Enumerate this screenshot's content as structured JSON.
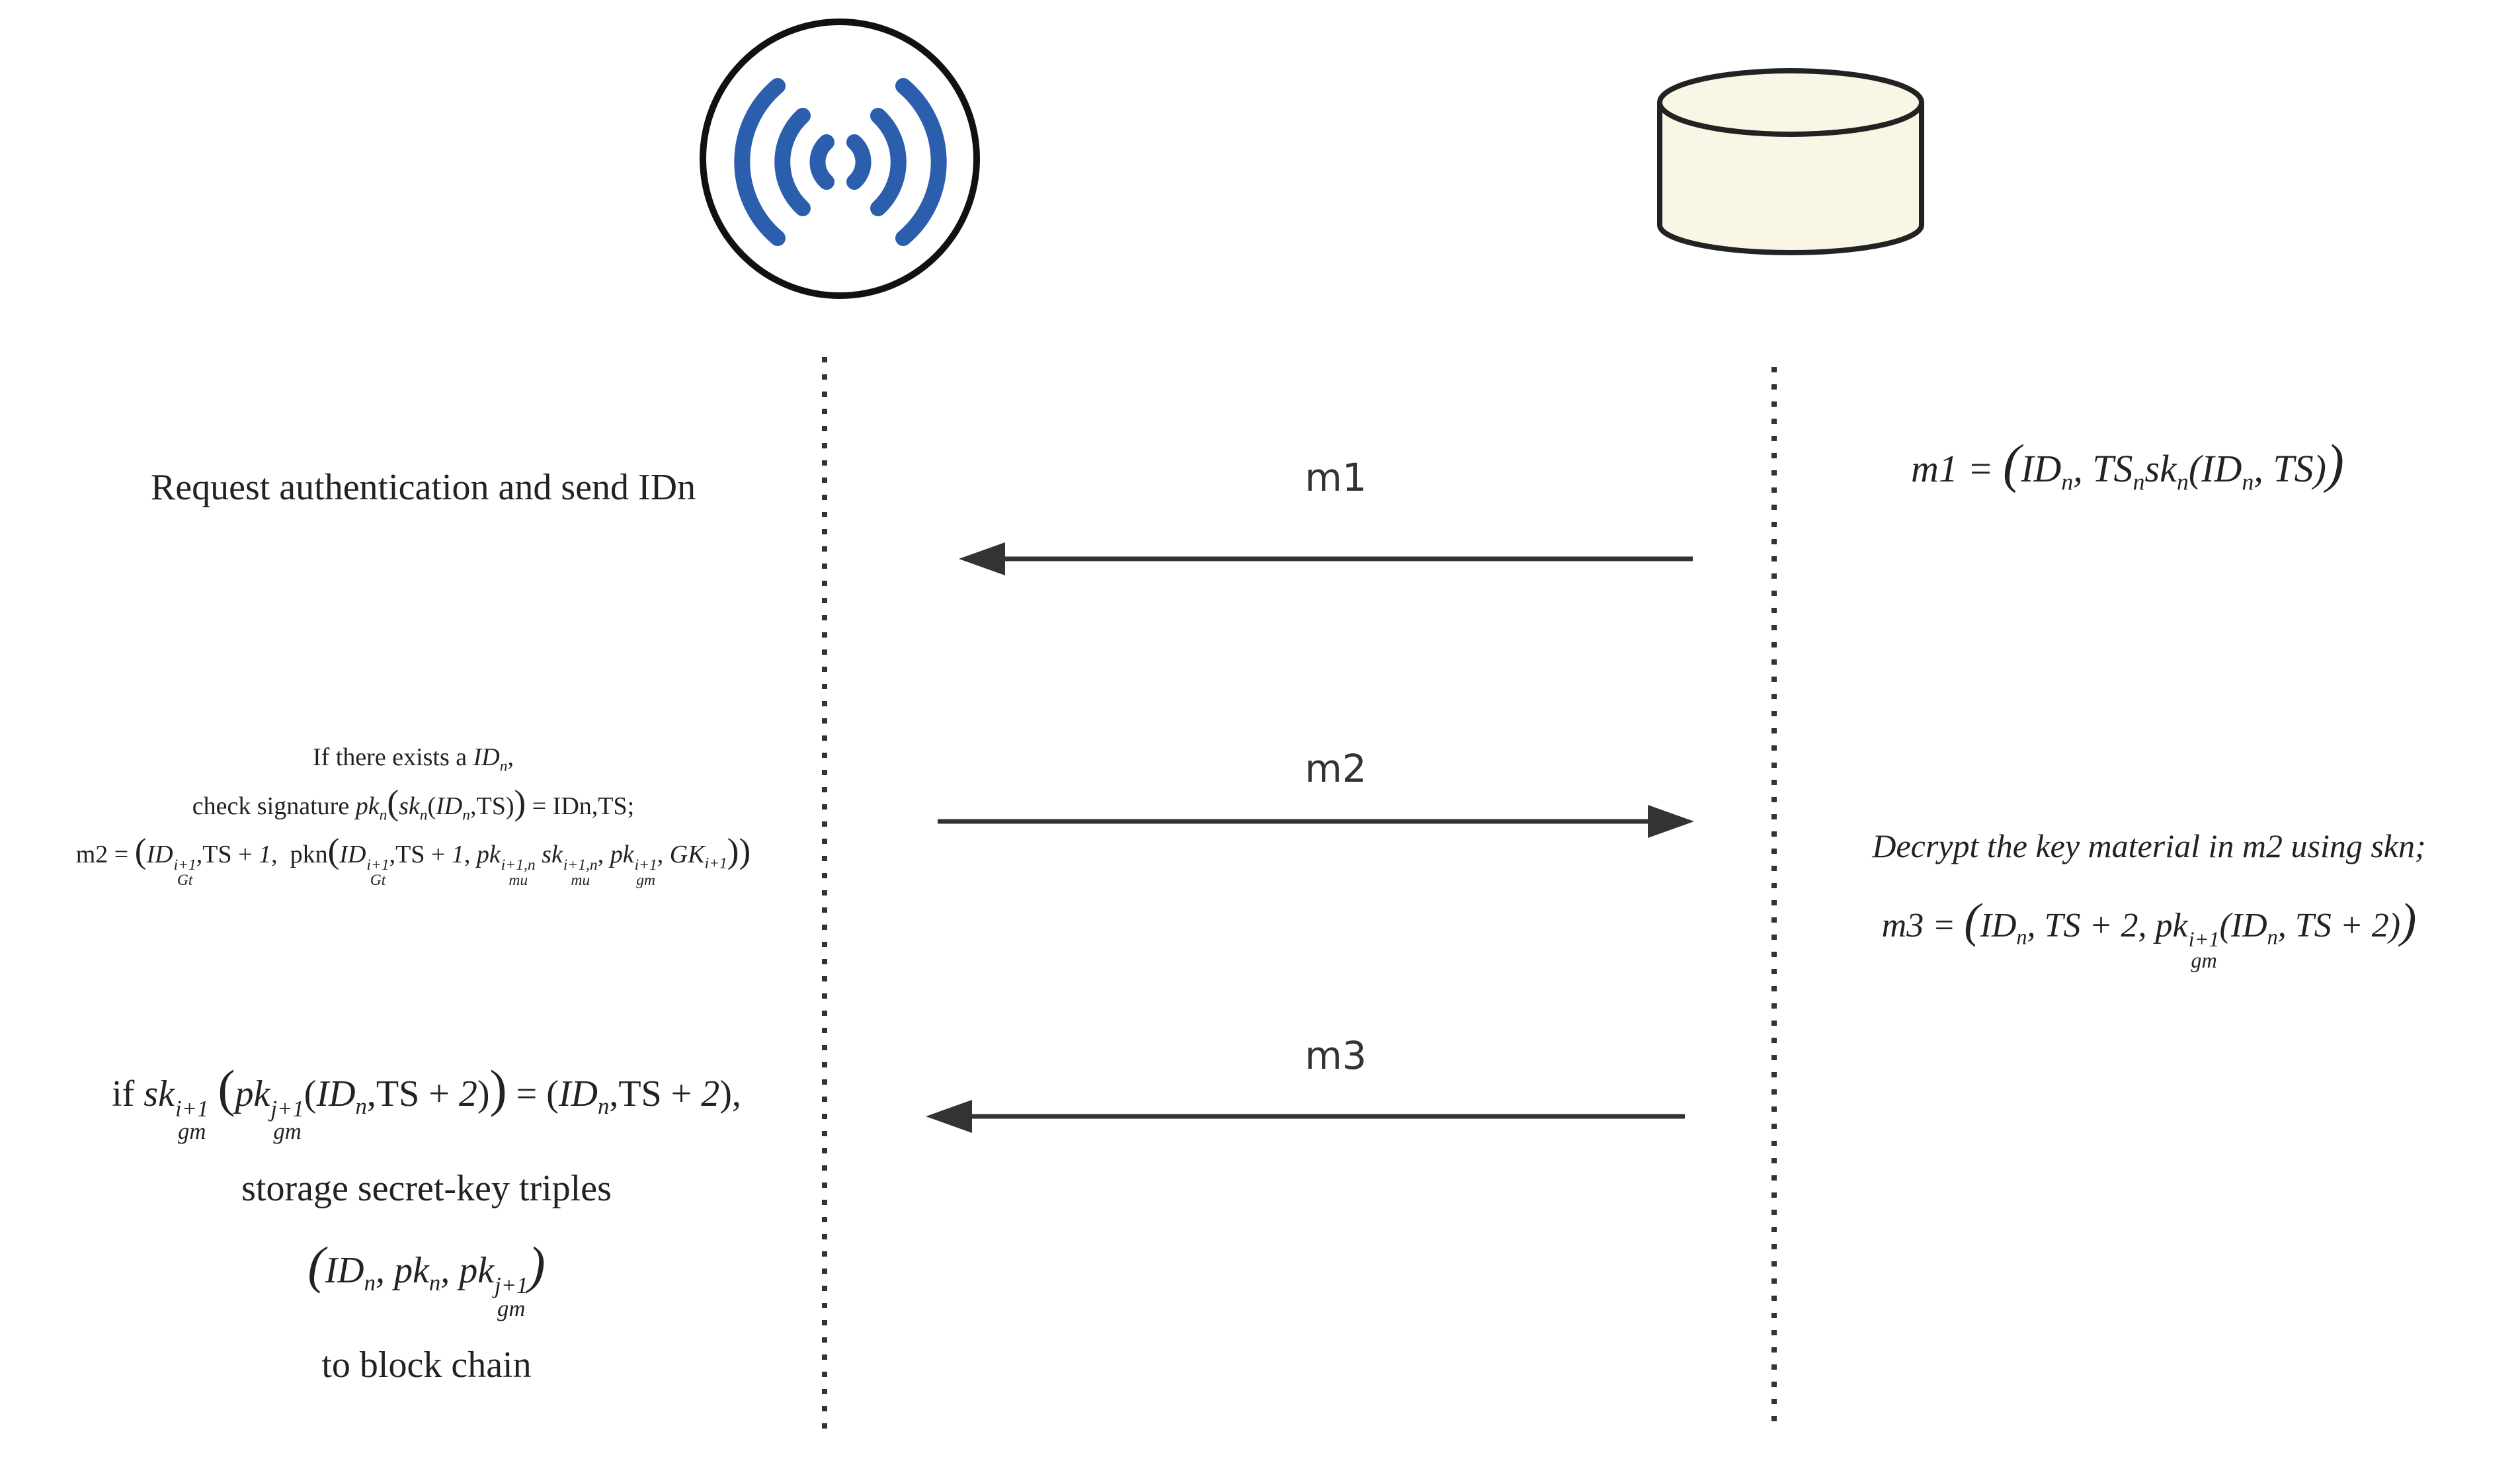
{
  "actors": {
    "left": {
      "icon": "wireless-signal-icon"
    },
    "right": {
      "icon": "database-icon"
    }
  },
  "messages": [
    {
      "label": "m1",
      "direction": "right-to-left"
    },
    {
      "label": "m2",
      "direction": "left-to-right"
    },
    {
      "label": "m3",
      "direction": "right-to-left"
    }
  ],
  "left_notes": {
    "request": "Request authentication and send IDn",
    "exists_prefix": "If there exists a",
    "check_prefix": "check signature",
    "check_eq": "= IDn,TS;",
    "m2_prefix": "m2 =",
    "if_prefix": "if",
    "if_eq": "=",
    "storage": "storage secret-key triples",
    "to_block_chain": "to block chain"
  },
  "right_notes": {
    "m1_prefix": "m1 =",
    "decrypt": "Decrypt the key material in m2 using skn;",
    "m3_prefix": "m3 ="
  },
  "colors": {
    "signal_blue": "#2b5fad",
    "database_fill": "#faf6e6",
    "arrow": "#333333"
  }
}
